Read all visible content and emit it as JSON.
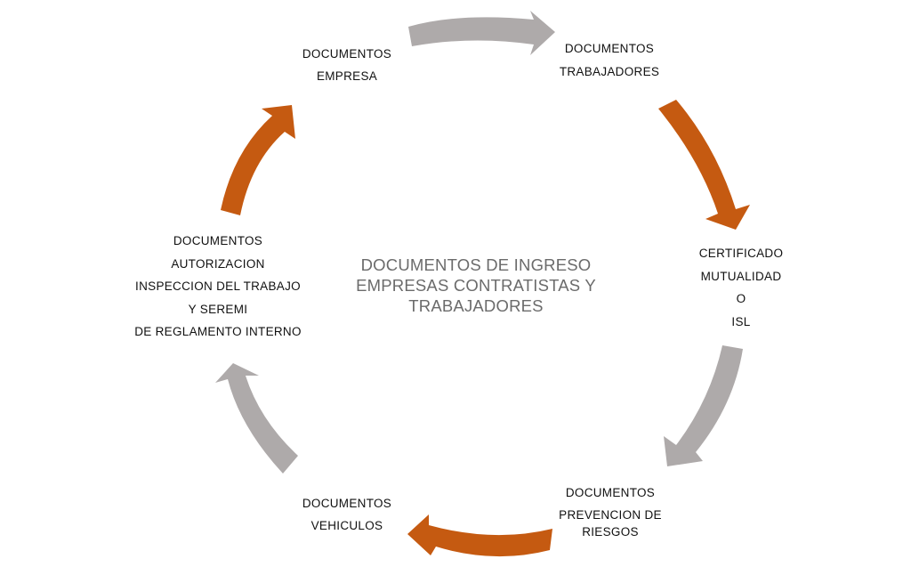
{
  "center_title": {
    "lines": [
      "DOCUMENTOS DE INGRESO",
      "EMPRESAS CONTRATISTAS Y",
      "TRABAJADORES"
    ]
  },
  "nodes": [
    {
      "lines": [
        "DOCUMENTOS",
        "EMPRESA"
      ]
    },
    {
      "lines": [
        "DOCUMENTOS",
        "TRABAJADORES"
      ]
    },
    {
      "lines": [
        "CERTIFICADO",
        "MUTUALIDAD",
        "O",
        "ISL"
      ]
    },
    {
      "lines": [
        "DOCUMENTOS",
        "PREVENCION DE",
        "RIESGOS"
      ]
    },
    {
      "lines": [
        "DOCUMENTOS",
        "VEHICULOS"
      ]
    },
    {
      "lines": [
        "DOCUMENTOS",
        "AUTORIZACION",
        "INSPECCION DEL TRABAJO",
        "Y SEREMI",
        "DE REGLAMENTO INTERNO"
      ]
    }
  ],
  "colors": {
    "orange_arrow": "#C55A11",
    "gray_arrow": "#AEAAAA",
    "title_text": "#6B6B6B",
    "label_text": "#111111"
  },
  "arrows": [
    {
      "from": "DOCUMENTOS EMPRESA",
      "to": "DOCUMENTOS TRABAJADORES",
      "color": "gray"
    },
    {
      "from": "DOCUMENTOS TRABAJADORES",
      "to": "CERTIFICADO MUTUALIDAD O ISL",
      "color": "orange"
    },
    {
      "from": "CERTIFICADO MUTUALIDAD O ISL",
      "to": "DOCUMENTOS PREVENCION DE RIESGOS",
      "color": "gray"
    },
    {
      "from": "DOCUMENTOS PREVENCION DE RIESGOS",
      "to": "DOCUMENTOS VEHICULOS",
      "color": "orange"
    },
    {
      "from": "DOCUMENTOS VEHICULOS",
      "to": "DOCUMENTOS AUTORIZACION",
      "color": "gray"
    },
    {
      "from": "DOCUMENTOS AUTORIZACION",
      "to": "DOCUMENTOS EMPRESA",
      "color": "orange"
    }
  ]
}
